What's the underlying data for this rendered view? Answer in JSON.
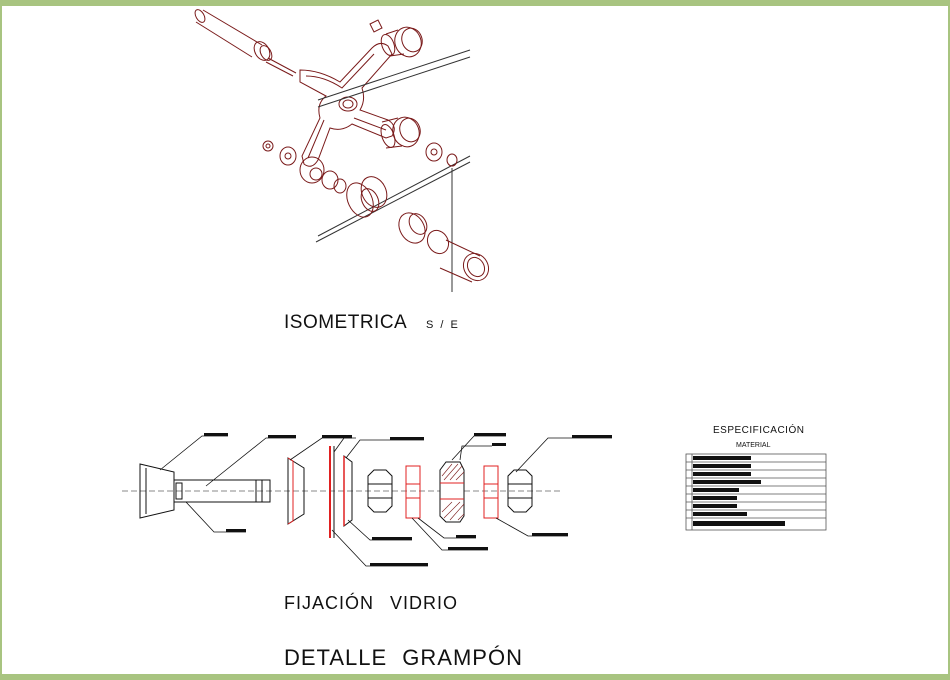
{
  "drawing": {
    "isometric_title": "ISOMETRICA",
    "isometric_scale": "S / E",
    "fixing_title": "FIJACIÓN   VIDRIO",
    "detail_title": "DETALLE  GRAMPÓN"
  },
  "specification": {
    "title": "ESPECIFICACIÓN",
    "subtitle": "MATERIAL",
    "rows": 9
  },
  "colors": {
    "line": "#7a1a1a",
    "red": "#e02020",
    "black": "#111111",
    "frame": "#a8c480",
    "axis": "#888888"
  }
}
